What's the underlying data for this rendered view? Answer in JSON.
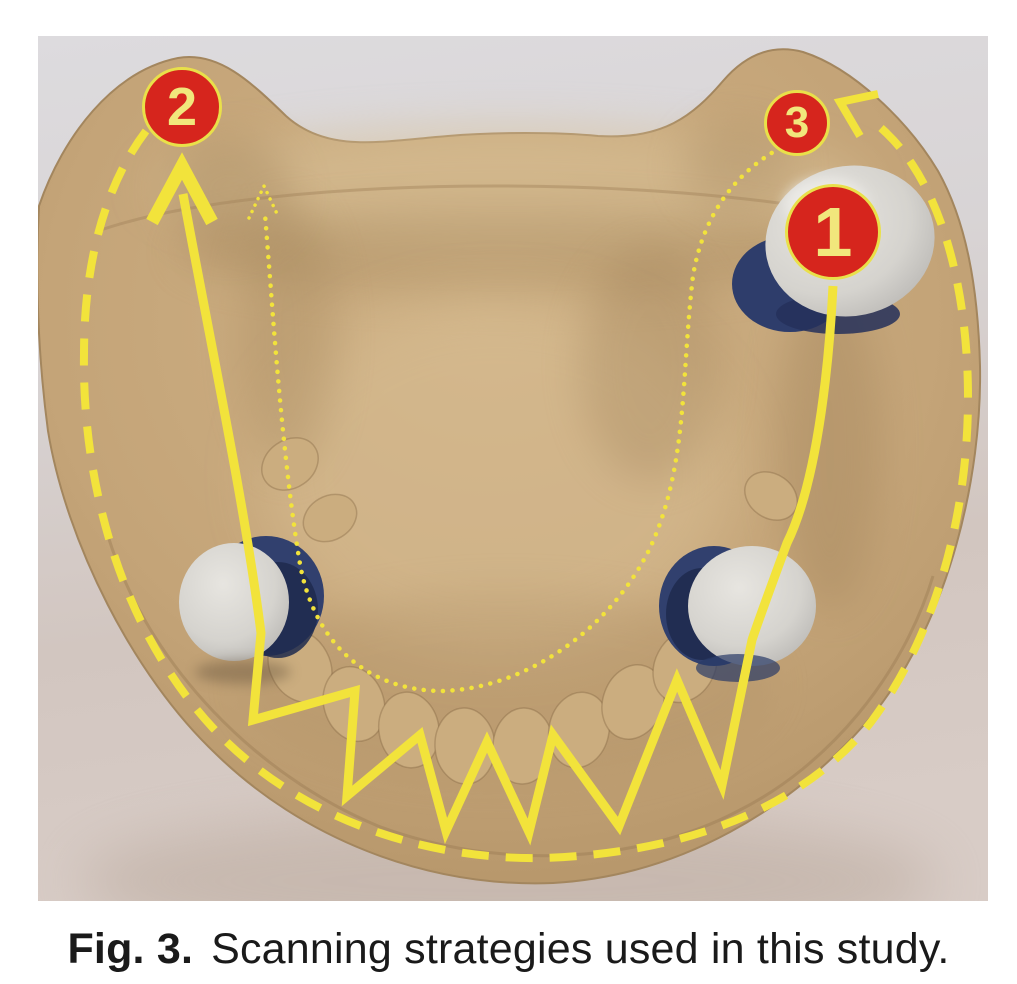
{
  "figure": {
    "markers": [
      {
        "number": "1"
      },
      {
        "number": "2"
      },
      {
        "number": "3"
      }
    ],
    "caption": {
      "label": "Fig. 3.",
      "text": "Scanning strategies used in this study."
    },
    "annotations": {
      "solid_path": "solid-zigzag-scan-arrow",
      "dashed_path": "dashed-outer-scan-arrow",
      "dotted_path": "dotted-inner-scan-arrow"
    },
    "colors": {
      "marker_red": "#d6251d",
      "annotation_yellow": "#f2e33b",
      "cast_tan": "#c3a377",
      "crown_white": "#dad7d2",
      "margin_blue": "#2e3d6b",
      "fabric_gray": "#d6cfc9"
    }
  }
}
